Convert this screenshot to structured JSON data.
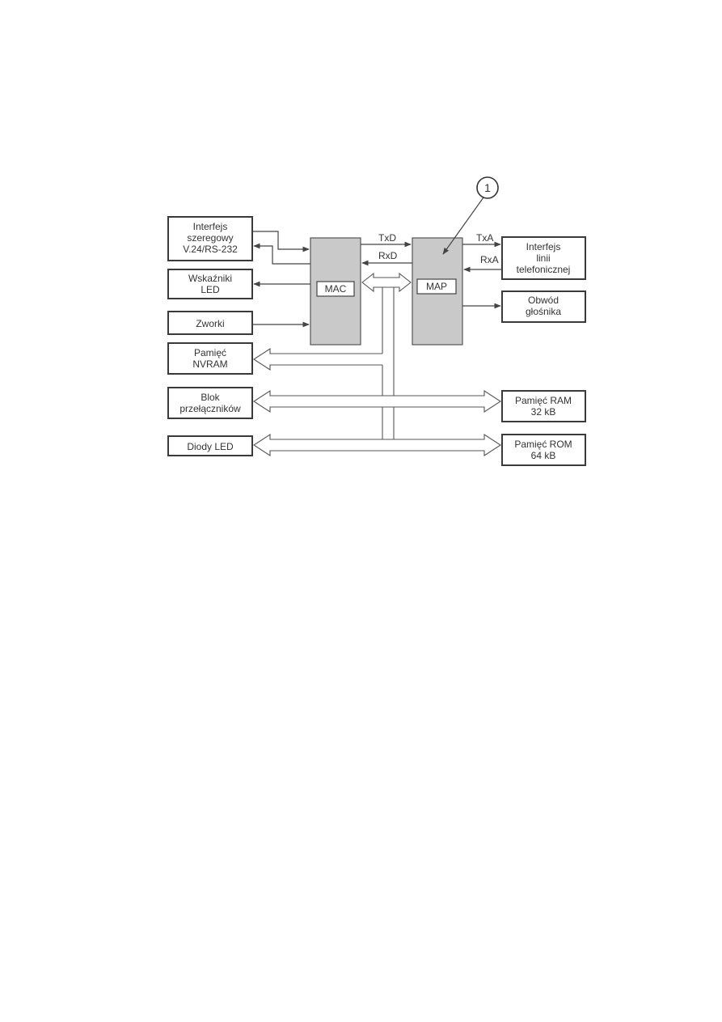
{
  "blocks": {
    "serial": [
      "Interfejs",
      "szeregowy",
      "V.24/RS-232"
    ],
    "led_indicators": [
      "Wskaźniki",
      "LED"
    ],
    "jumpers": [
      "Zworki"
    ],
    "nvram": [
      "Pamięć",
      "NVRAM"
    ],
    "switch_block": [
      "Blok",
      "przełączników"
    ],
    "led_diodes": [
      "Diody LED"
    ],
    "phone_interface": [
      "Interfejs",
      "linii",
      "telefonicznej"
    ],
    "speaker": [
      "Obwód",
      "głośnika"
    ],
    "ram": [
      "Pamięć RAM",
      "32 kB"
    ],
    "rom": [
      "Pamięć ROM",
      "64 kB"
    ]
  },
  "chips": {
    "mac": "MAC",
    "map": "MAP"
  },
  "signals": {
    "txd": "TxD",
    "rxd": "RxD",
    "txa": "TxA",
    "rxa": "RxA"
  },
  "callout": {
    "number": "1"
  }
}
